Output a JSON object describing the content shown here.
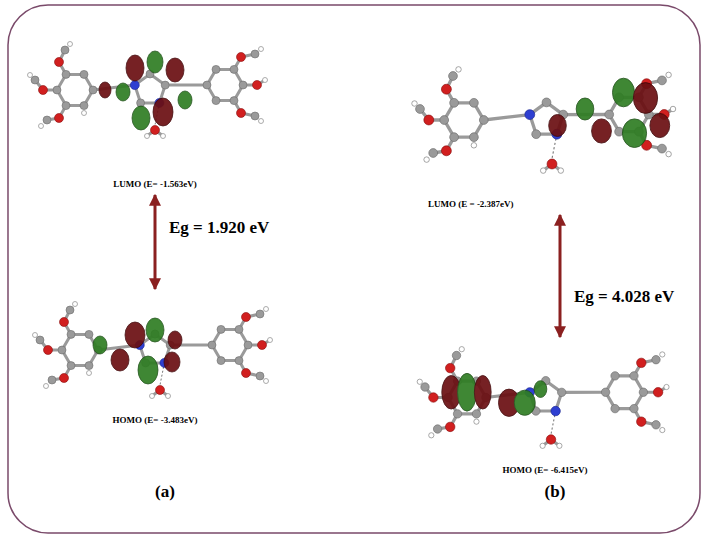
{
  "diagram": {
    "nodes": [
      {
        "text": [
          "LUMO (E= -1.563eV)"
        ]
      },
      {
        "text": [
          "HOMO (E= -3.483eV)"
        ]
      },
      {
        "text": [
          "LUMO (E = -2.387eV)"
        ]
      },
      {
        "text": [
          "HOMO (E= -6.415eV)"
        ]
      }
    ],
    "edges": [
      {
        "from": 0,
        "to": 1,
        "label": "Eg = 1.920 eV",
        "arrow": "both"
      },
      {
        "from": 2,
        "to": 3,
        "label": "Eg = 4.028 eV",
        "arrow": "both"
      }
    ],
    "labels": [
      "(a)",
      "(b)"
    ]
  }
}
